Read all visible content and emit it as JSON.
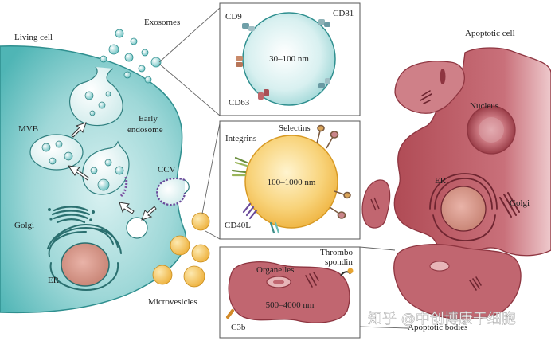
{
  "labels": {
    "living_cell": "Living cell",
    "exosomes": "Exosomes",
    "mvb": "MVB",
    "early_endosome_line1": "Early",
    "early_endosome_line2": "endosome",
    "ccv": "CCV",
    "golgi_left": "Golgi",
    "er_left": "ER",
    "microvesicles": "Microvesicles",
    "apoptotic_cell": "Apoptotic cell",
    "nucleus": "Nucleus",
    "er_right": "ER",
    "golgi_right": "Golgi",
    "apoptotic_bodies": "Apoptotic bodies"
  },
  "exosome_box": {
    "cd9": "CD9",
    "cd81": "CD81",
    "cd63": "CD63",
    "size": "30–100 nm"
  },
  "microvesicle_box": {
    "integrins": "Integrins",
    "selectins": "Selectins",
    "cd40l": "CD40L",
    "size": "100–1000 nm"
  },
  "apoptotic_box": {
    "organelles": "Organelles",
    "thrombo_line1": "Thrombo-",
    "thrombo_line2": "spondin",
    "c3b": "C3b",
    "size": "500–4000 nm"
  },
  "watermark": "知乎 @中创博康干细胞",
  "colors": {
    "cell_teal": "#5fc0c0",
    "cell_teal_light": "#bfe6e6",
    "vesicle_yellow": "#f4c24f",
    "apoptotic_red": "#b9545c",
    "apoptotic_light": "#dc9aa0"
  }
}
